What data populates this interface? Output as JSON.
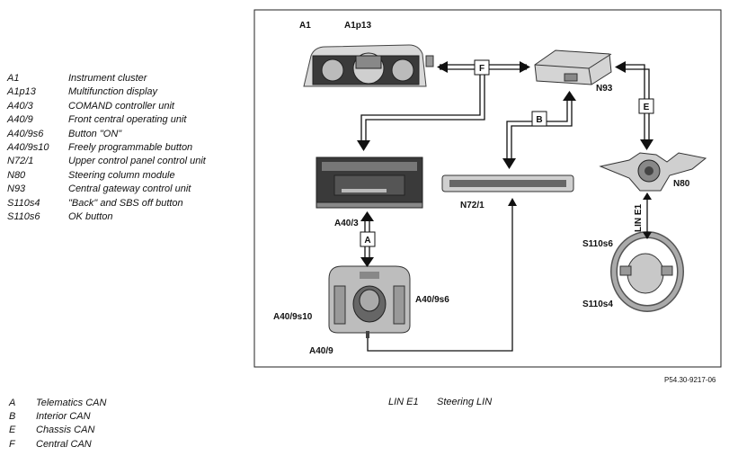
{
  "legend_items": [
    {
      "code": "A1",
      "desc": "Instrument cluster"
    },
    {
      "code": "A1p13",
      "desc": "Multifunction display"
    },
    {
      "code": "A40/3",
      "desc": "COMAND controller unit"
    },
    {
      "code": "A40/9",
      "desc": "Front central operating unit"
    },
    {
      "code": "A40/9s6",
      "desc": "Button \"ON\""
    },
    {
      "code": "A40/9s10",
      "desc": "Freely programmable button"
    },
    {
      "code": "N72/1",
      "desc": "Upper control panel control unit"
    },
    {
      "code": "N80",
      "desc": "Steering column module"
    },
    {
      "code": "N93",
      "desc": "Central gateway control unit"
    },
    {
      "code": "S110s4",
      "desc": "\"Back\" and SBS off button"
    },
    {
      "code": "S110s6",
      "desc": "OK button"
    }
  ],
  "bus_legend": [
    {
      "code": "A",
      "desc": "Telematics CAN"
    },
    {
      "code": "B",
      "desc": "Interior CAN"
    },
    {
      "code": "E",
      "desc": "Chassis CAN"
    },
    {
      "code": "F",
      "desc": "Central CAN"
    }
  ],
  "lin_legend": {
    "code": "LIN E1",
    "desc": "Steering LIN"
  },
  "reference": "P54.30-9217-06",
  "diagram": {
    "labels": {
      "a1": "A1",
      "a1p13": "A1p13",
      "n93": "N93",
      "a40_3": "A40/3",
      "n72_1": "N72/1",
      "n80": "N80",
      "a40_9": "A40/9",
      "a40_9s10": "A40/9s10",
      "a40_9s6": "A40/9s6",
      "s110s6": "S110s6",
      "s110s4": "S110s4"
    },
    "bus_boxes": {
      "f": "F",
      "b": "B",
      "e": "E",
      "a": "A"
    },
    "lin_label": "LIN E1"
  }
}
